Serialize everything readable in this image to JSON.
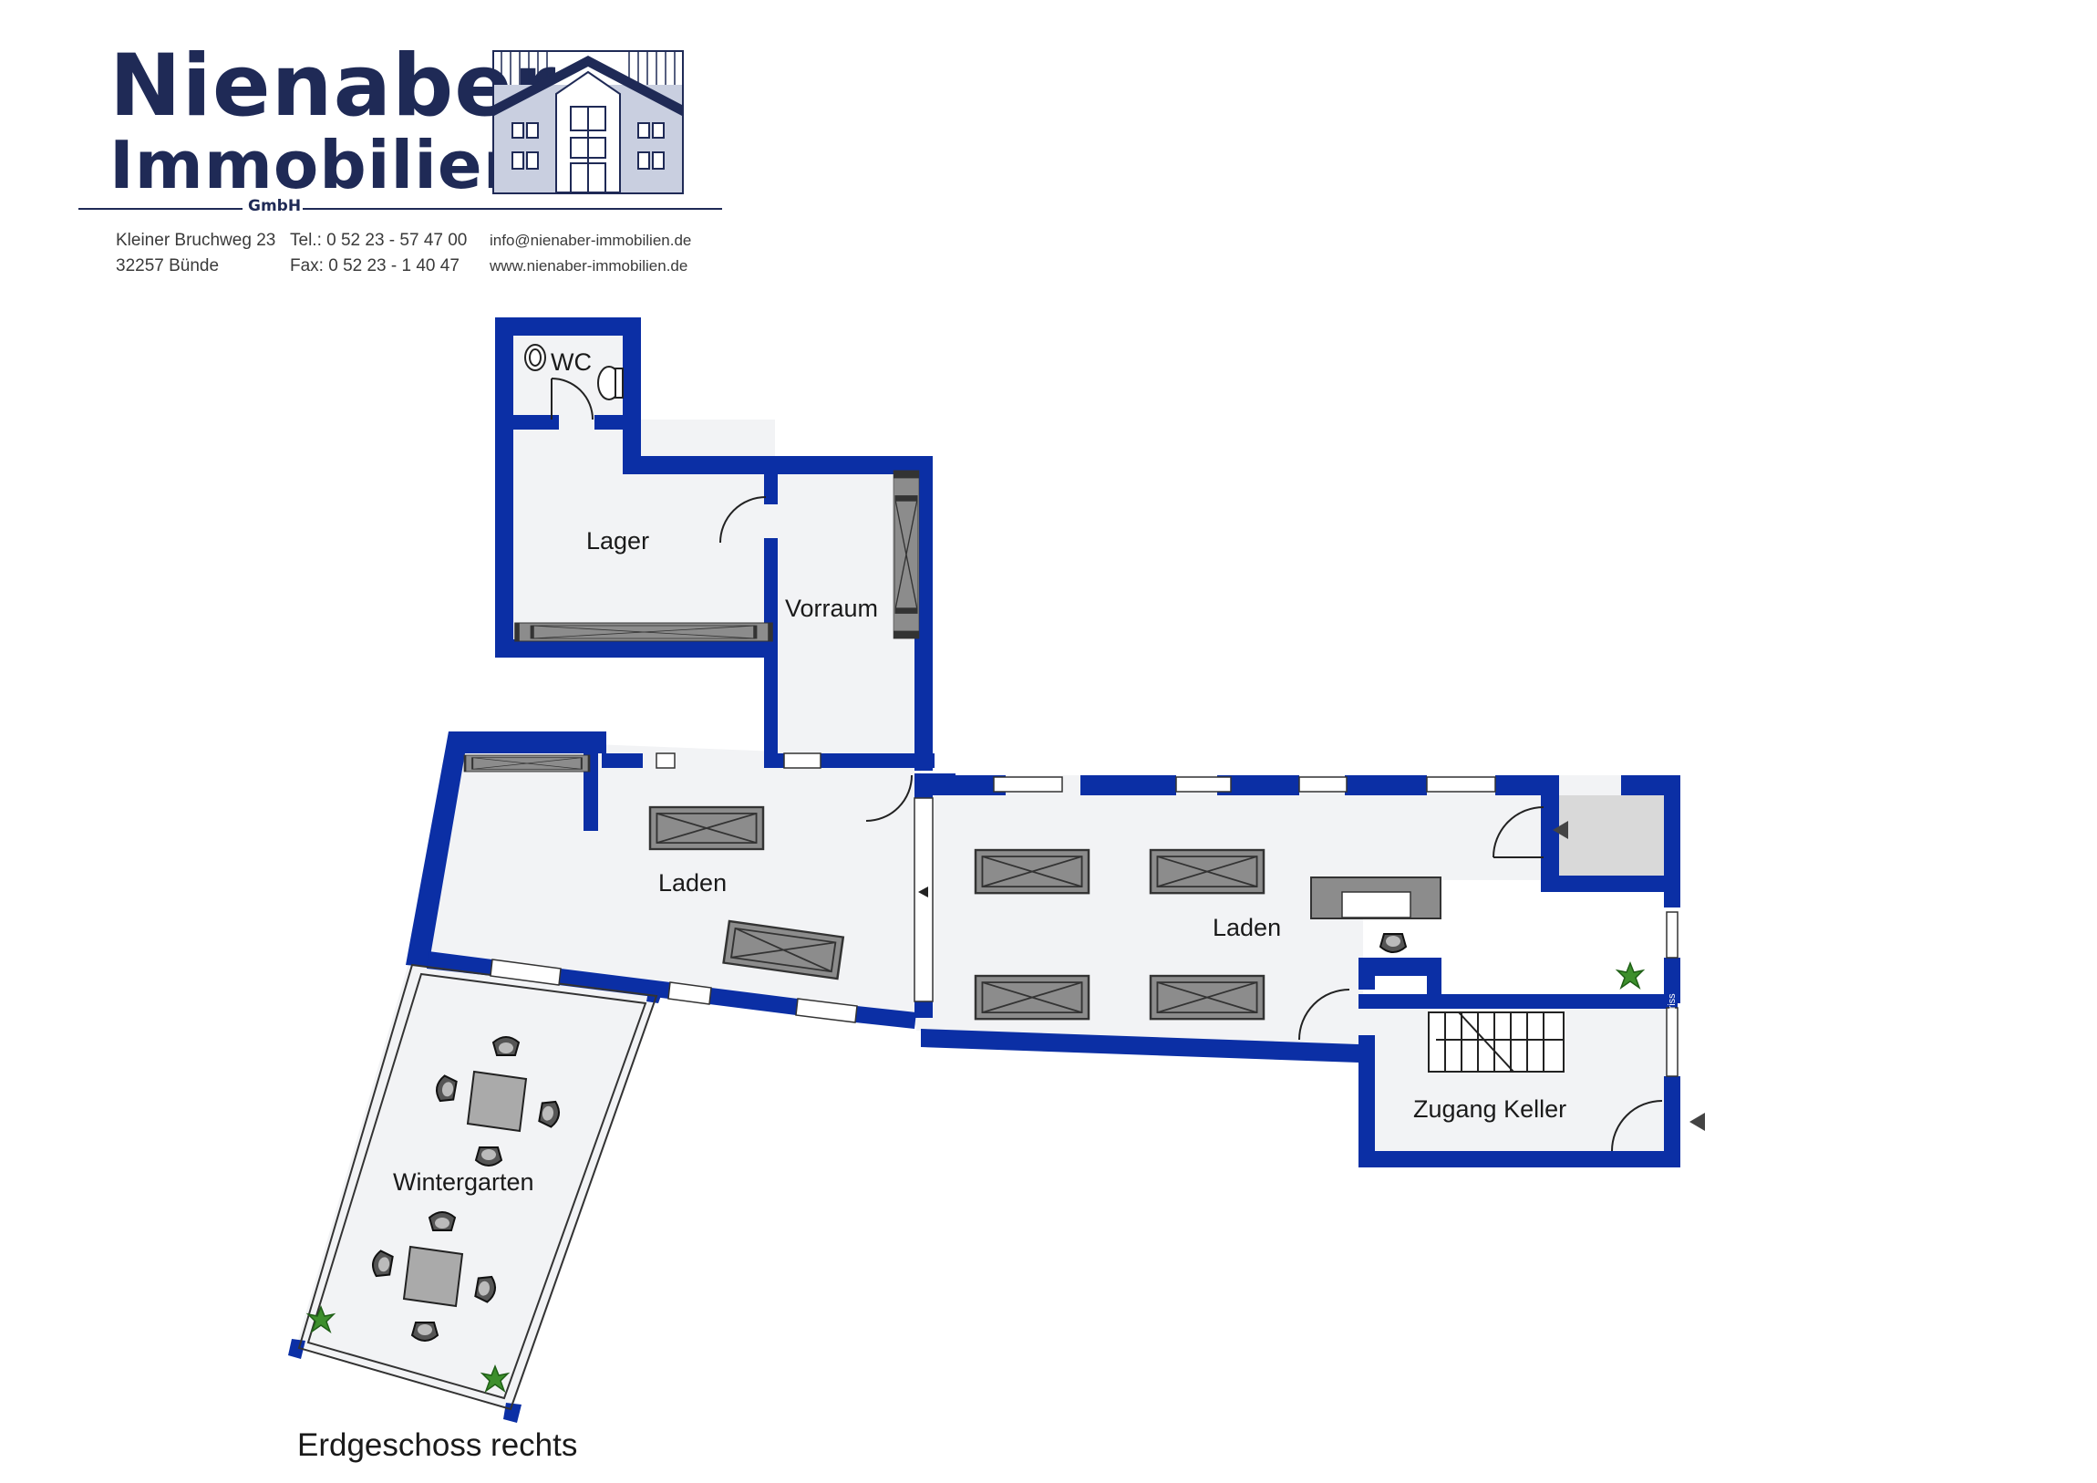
{
  "header": {
    "brand_line1": "Nienaber",
    "brand_line2": "Immobilien",
    "brand_suffix": "GmbH",
    "address_line1": "Kleiner Bruchweg 23",
    "address_line2": "32257 Bünde",
    "phone": "Tel.: 0 52 23 - 57 47 00",
    "fax": "Fax: 0 52 23 - 1 40 47",
    "email": "info@nienaber-immobilien.de",
    "website": "www.nienaber-immobilien.de"
  },
  "rooms": {
    "wc": "WC",
    "lager": "Lager",
    "vorraum": "Vorraum",
    "laden_left": "Laden",
    "laden_right": "Laden",
    "wintergarten": "Wintergarten",
    "zugang_keller": "Zugang Keller"
  },
  "marker": "McGundriss",
  "caption": "Erdgeschoss rechts",
  "colors": {
    "wall": "#0b2fa5",
    "floor": "#f2f3f5",
    "brand": "#1f2a56",
    "furniture": "#8c8c8c"
  }
}
